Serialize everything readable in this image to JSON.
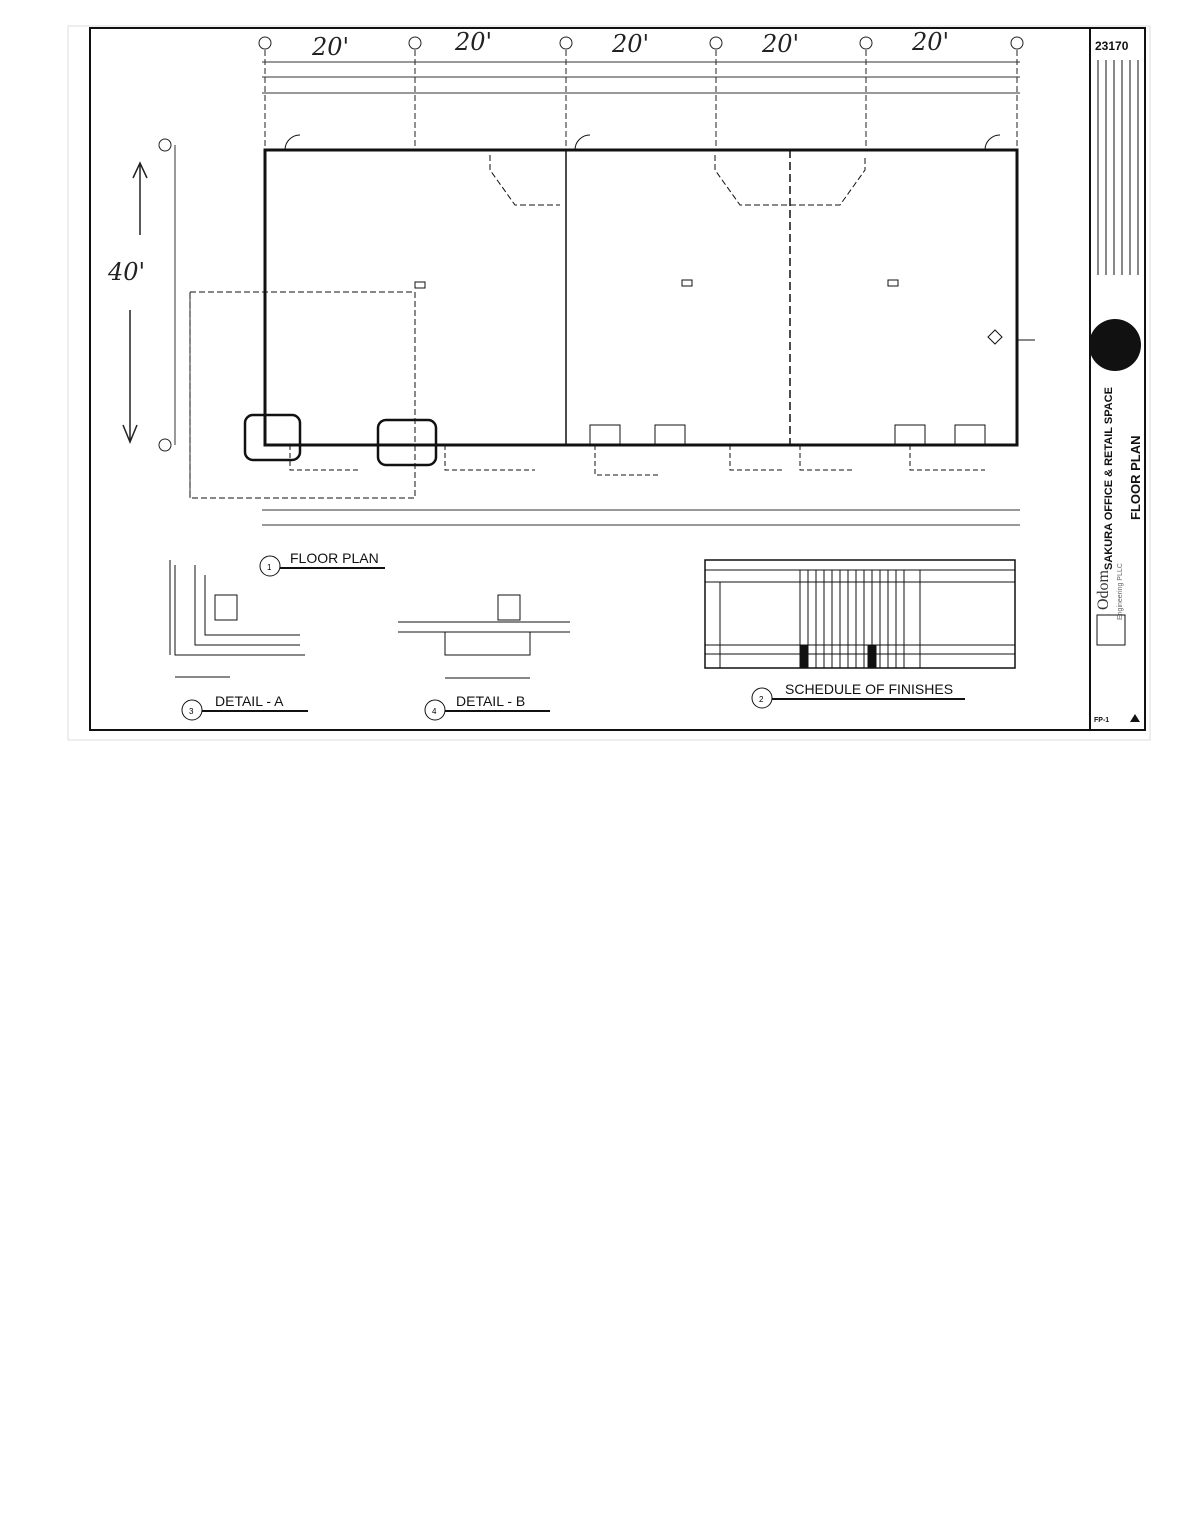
{
  "sheet": {
    "handwritten_bay_dims": [
      "20'",
      "20'",
      "20'",
      "20'",
      "20'"
    ],
    "handwritten_depth_dim": "40'",
    "views": {
      "floor_plan": {
        "number": "1",
        "title": "FLOOR PLAN"
      },
      "schedule": {
        "number": "2",
        "title": "SCHEDULE OF FINISHES"
      },
      "detail_a": {
        "number": "3",
        "title": "DETAIL - A"
      },
      "detail_b": {
        "number": "4",
        "title": "DETAIL - B"
      }
    },
    "title_block": {
      "job_number": "23170",
      "project": "SAKURA OFFICE & RETAIL SPACE",
      "drawing_title": "FLOOR PLAN",
      "firm": "Odom",
      "firm_sub": "Engineering PLLC",
      "sheet_number": "FP-1"
    }
  }
}
